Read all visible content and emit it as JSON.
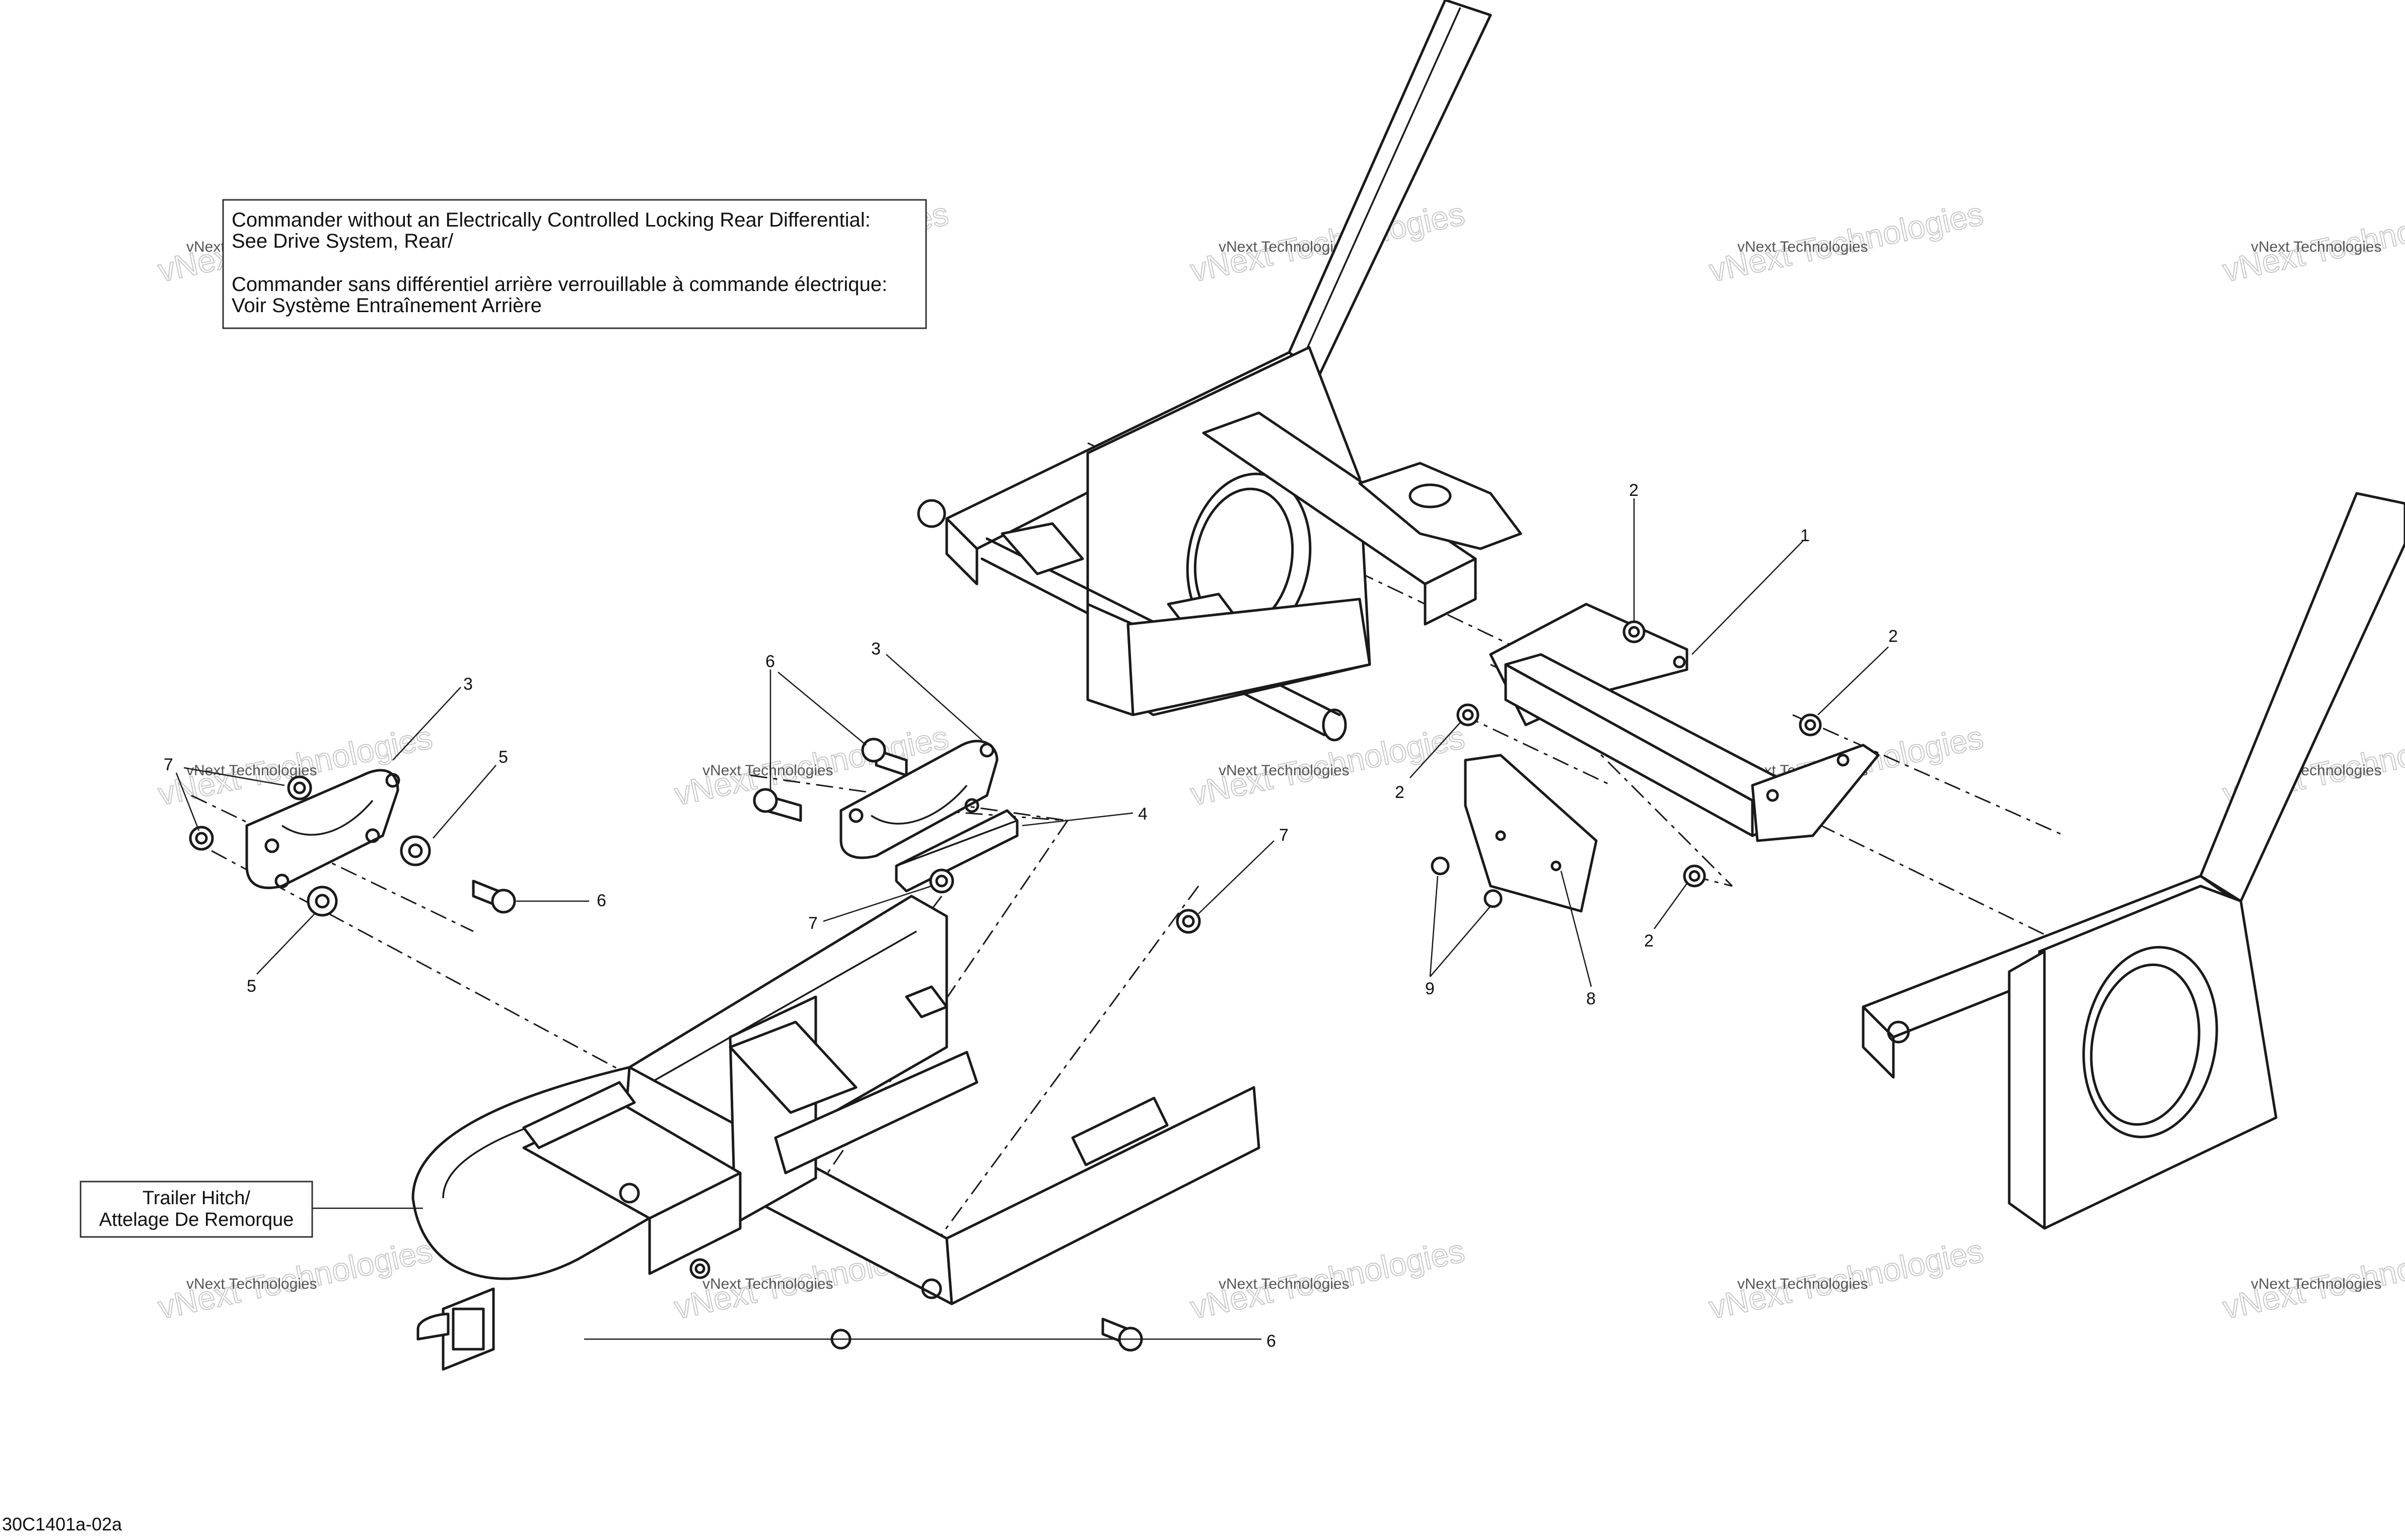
{
  "note": {
    "line1": "Commander without an Electrically Controlled Locking Rear Differential:",
    "line2": "See Drive System, Rear/",
    "line3": "Commander sans différentiel arrière verrouillable à commande électrique:",
    "line4": "Voir Système Entraînement Arrière"
  },
  "trailer_label": {
    "line1": "Trailer Hitch/",
    "line2": "Attelage De Remorque"
  },
  "diagram_code": "30C1401a-02a",
  "watermark": {
    "small": "vNext Technologies",
    "large": "vNext Technologies"
  },
  "callouts": {
    "c1": "1",
    "c2a": "2",
    "c2b": "2",
    "c2c": "2",
    "c2d": "2",
    "c3a": "3",
    "c3b": "3",
    "c4": "4",
    "c5a": "5",
    "c5b": "5",
    "c6a": "6",
    "c6b": "6",
    "c6c": "6",
    "c7a": "7",
    "c7b": "7",
    "c7c": "7",
    "c8": "8",
    "c9": "9"
  }
}
